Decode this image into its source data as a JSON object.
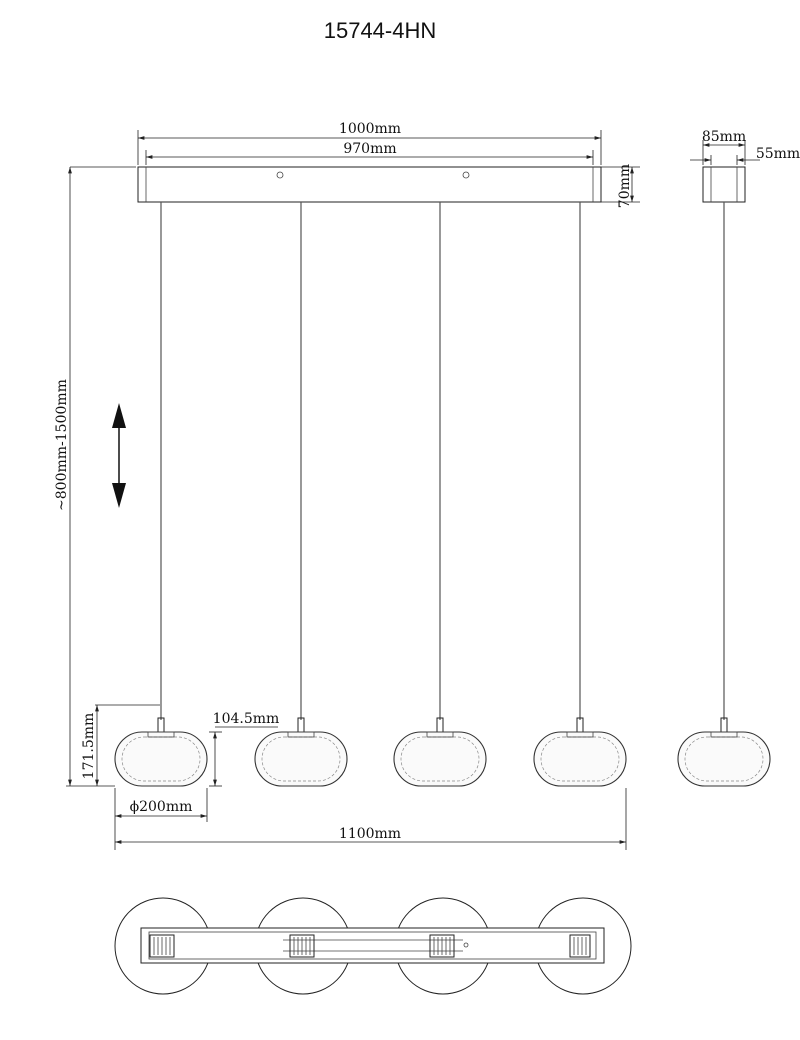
{
  "title": "15744-4HN",
  "dimensions": {
    "canopy_length": "1000mm",
    "canopy_mount": "970mm",
    "canopy_depth": "85mm",
    "canopy_inner": "55mm",
    "canopy_height": "70mm",
    "hang_range": "~800mm-1500mm",
    "shade_height": "171.5mm",
    "shade_body": "104.5mm",
    "shade_diameter": "ϕ200mm",
    "overall_width": "1100mm"
  },
  "icons": {
    "adjust": "up-down-arrow-icon"
  }
}
